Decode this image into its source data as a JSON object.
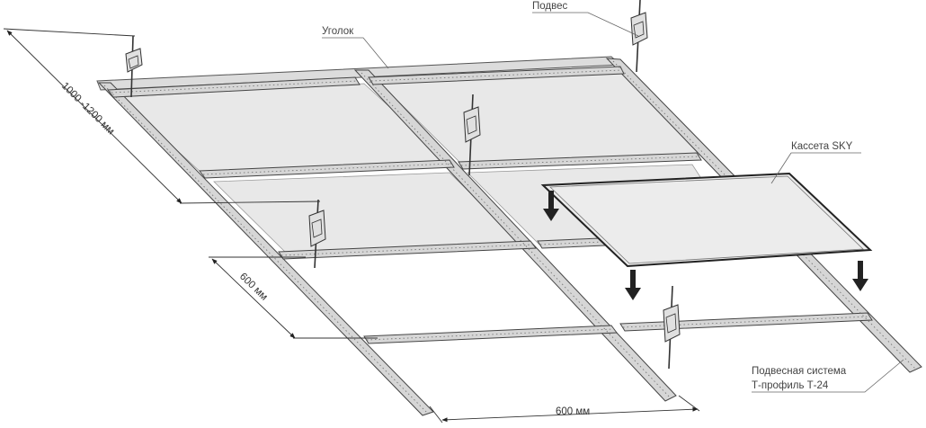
{
  "labels": {
    "corner": "Уголок",
    "hanger": "Подвес",
    "cassette": "Кассета SKY",
    "system_line1": "Подвесная система",
    "system_line2": "Т-профиль Т-24"
  },
  "dimensions": {
    "span": "1000 -1200 мм",
    "module_side": "600 мм",
    "module_front": "600 мм"
  },
  "colors": {
    "panel": "#e6e6e6",
    "profile": "#d0d0d0",
    "line": "#333333",
    "arrow": "#222222"
  }
}
